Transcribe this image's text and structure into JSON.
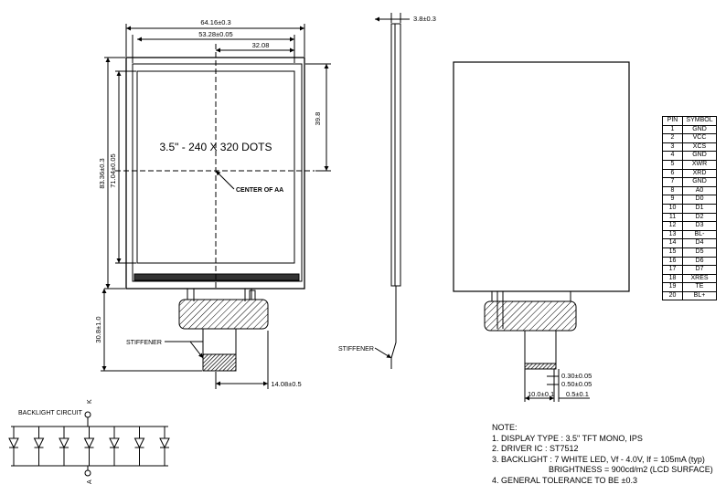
{
  "dimensions": {
    "overall_width": "64.16±0.3",
    "aa_width": "53.28±0.05",
    "aa_center_x": "32.08",
    "aa_center_y": "39.8",
    "overall_height": "83.36±0.3",
    "aa_height": "71.04±0.05",
    "thickness": "3.8±0.3",
    "fpc_length": "30.8±1.0",
    "fpc_width": "14.08±0.5",
    "pitch_a": "0.30±0.05",
    "pitch_b": "0.50±0.05",
    "pitch_c": "0.5±0.1",
    "fpc_total": "10.0±0.1"
  },
  "labels": {
    "display_text": "3.5\" - 240 X 320 DOTS",
    "center_of_aa": "CENTER OF AA",
    "stiffener_front": "STIFFENER",
    "stiffener_side": "STIFFENER",
    "backlight_circuit": "BACKLIGHT CIRCUIT",
    "cathode": "K",
    "anode": "A"
  },
  "pin_table": {
    "headers": [
      "PIN",
      "SYMBOL"
    ],
    "rows": [
      [
        "1",
        "GND"
      ],
      [
        "2",
        "VCC"
      ],
      [
        "3",
        "XCS"
      ],
      [
        "4",
        "GND"
      ],
      [
        "5",
        "XWR"
      ],
      [
        "6",
        "XRD"
      ],
      [
        "7",
        "GND"
      ],
      [
        "8",
        "A0"
      ],
      [
        "9",
        "D0"
      ],
      [
        "10",
        "D1"
      ],
      [
        "11",
        "D2"
      ],
      [
        "12",
        "D3"
      ],
      [
        "13",
        "BL-"
      ],
      [
        "14",
        "D4"
      ],
      [
        "15",
        "D5"
      ],
      [
        "16",
        "D6"
      ],
      [
        "17",
        "D7"
      ],
      [
        "18",
        "XRES"
      ],
      [
        "19",
        "TE"
      ],
      [
        "20",
        "BL+"
      ]
    ]
  },
  "notes": {
    "title": "NOTE:",
    "lines": [
      "1. DISPLAY TYPE : 3.5\" TFT MONO, IPS",
      "2. DRIVER IC : ST7512",
      "3. BACKLIGHT : 7 WHITE LED, Vf - 4.0V, If = 105mA (typ)",
      "BRIGHTNESS = 900cd/m2 (LCD SURFACE)",
      "4. GENERAL TOLERANCE TO BE ±0.3"
    ]
  },
  "backlight": {
    "led_count": 7
  }
}
